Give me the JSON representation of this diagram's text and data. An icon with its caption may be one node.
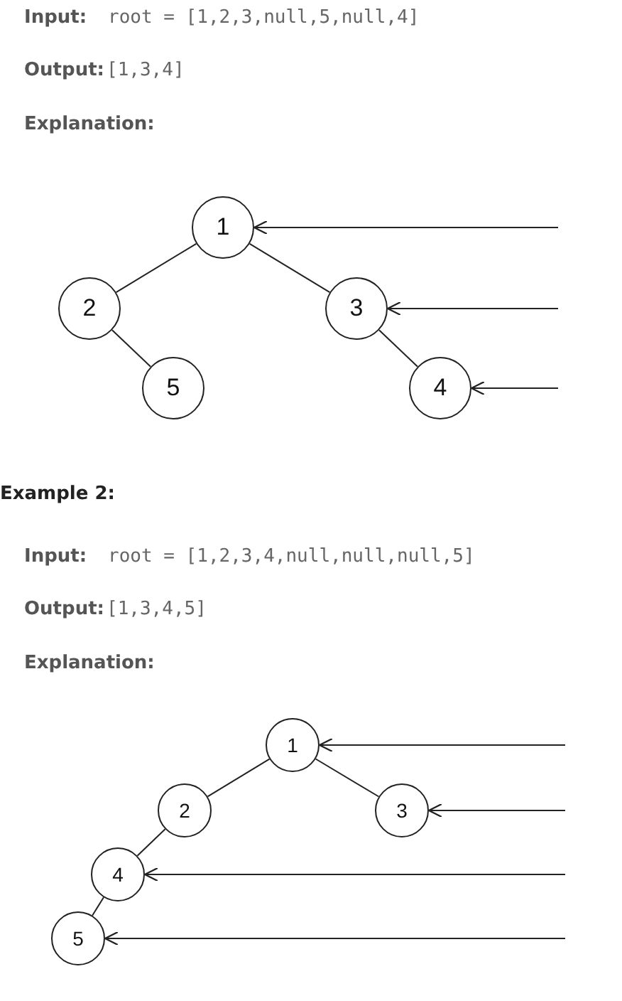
{
  "diagram": {
    "nodes": [
      {
        "text": [
          "1"
        ]
      },
      {
        "text": [
          "2"
        ]
      },
      {
        "text": [
          "3"
        ]
      },
      {
        "text": [
          "5"
        ]
      },
      {
        "text": [
          "4"
        ]
      },
      {
        "text": [
          "1"
        ]
      },
      {
        "text": [
          "2"
        ]
      },
      {
        "text": [
          "3"
        ]
      },
      {
        "text": [
          "4"
        ]
      },
      {
        "text": [
          "5"
        ]
      }
    ],
    "edges": [
      {
        "from": 0,
        "to": 1,
        "arrow": "none"
      },
      {
        "from": 0,
        "to": 2,
        "arrow": "none"
      },
      {
        "from": 1,
        "to": 3,
        "arrow": "none"
      },
      {
        "from": 2,
        "to": 4,
        "arrow": "none"
      },
      {
        "from": null,
        "to": 0,
        "arrow": "to"
      },
      {
        "from": null,
        "to": 2,
        "arrow": "to"
      },
      {
        "from": null,
        "to": 4,
        "arrow": "to"
      },
      {
        "from": 5,
        "to": 6,
        "arrow": "none"
      },
      {
        "from": 5,
        "to": 7,
        "arrow": "none"
      },
      {
        "from": 6,
        "to": 8,
        "arrow": "none"
      },
      {
        "from": 8,
        "to": 9,
        "arrow": "none"
      },
      {
        "from": null,
        "to": 5,
        "arrow": "to"
      },
      {
        "from": null,
        "to": 7,
        "arrow": "to"
      },
      {
        "from": null,
        "to": 8,
        "arrow": "to"
      },
      {
        "from": null,
        "to": 9,
        "arrow": "to"
      }
    ],
    "labels": [
      "Input:",
      "root = [1,2,3,null,5,null,4]",
      "Output:",
      "[1,3,4]",
      "Explanation:",
      "Example 2:",
      "Input:",
      "root = [1,2,3,4,null,null,null,5]",
      "Output:",
      "[1,3,4,5]",
      "Explanation:"
    ]
  }
}
